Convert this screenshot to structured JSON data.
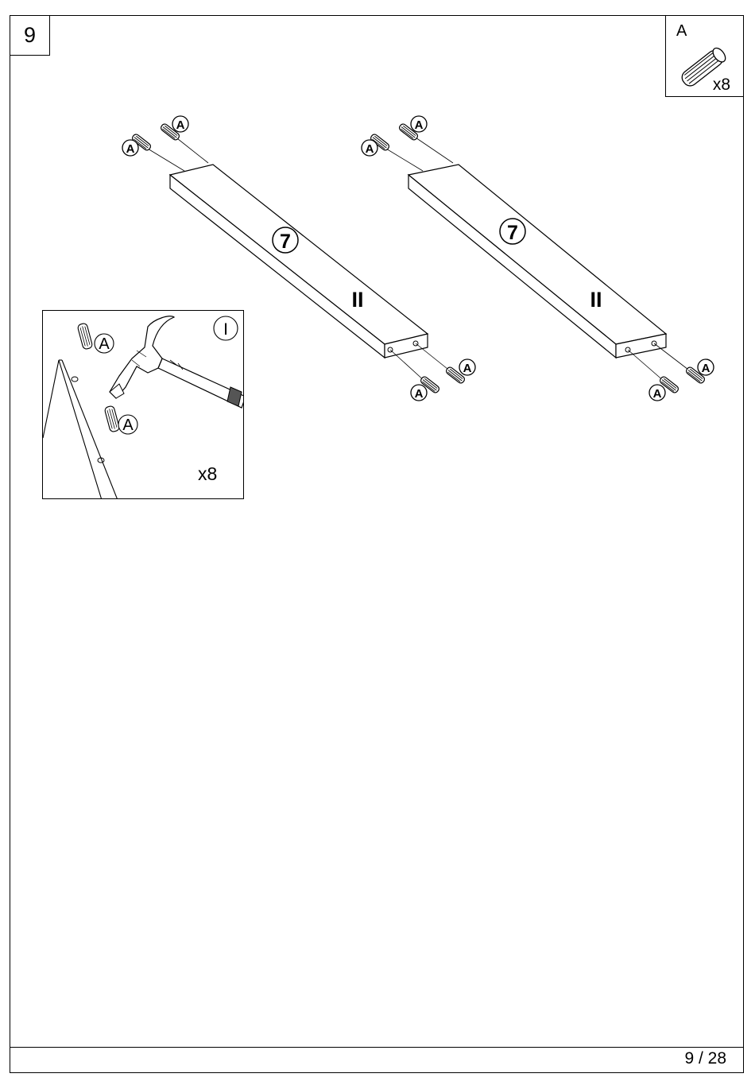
{
  "step": {
    "number": "9"
  },
  "parts_box": {
    "part_letter": "A",
    "quantity": "x8"
  },
  "panels": [
    {
      "part_number": "7",
      "mark": "II"
    },
    {
      "part_number": "7",
      "mark": "II"
    }
  ],
  "dowel_label": "A",
  "detail": {
    "roman_numeral": "I",
    "dowel_label": "A",
    "quantity": "x8"
  },
  "footer": {
    "page": "9 / 28"
  }
}
